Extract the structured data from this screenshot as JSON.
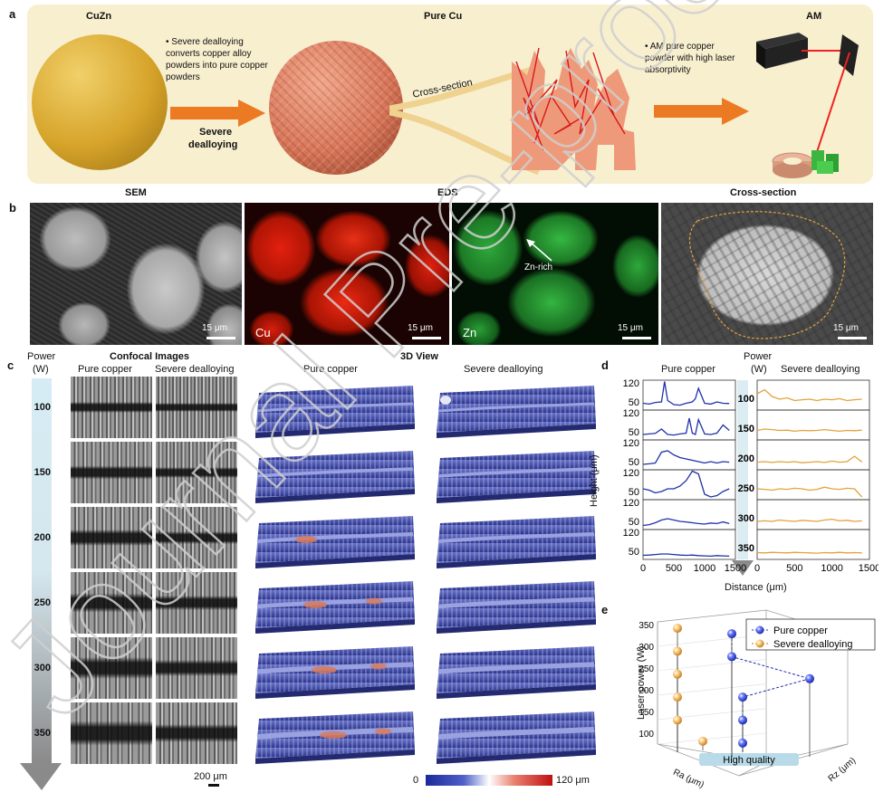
{
  "panel_labels": {
    "a": "a",
    "b": "b",
    "c": "c",
    "d": "d",
    "e": "e"
  },
  "panel_a": {
    "cuzn": "CuZn",
    "pure_cu": "Pure Cu",
    "am": "AM",
    "bullet1": "Severe dealloying converts copper alloy powders into pure copper powders",
    "arrow_label_1": "Severe",
    "arrow_label_2": "dealloying",
    "cross_section": "Cross-section",
    "bullet2": "AM pure copper powder with high laser absorptivity"
  },
  "panel_b": {
    "sem": "SEM",
    "eds": "EDS",
    "cross_section": "Cross-section",
    "scale": "15 μm",
    "cu": "Cu",
    "zn": "Zn",
    "zn_rich": "Zn-rich"
  },
  "panel_c": {
    "power": "Power",
    "unit": "(W)",
    "confocal": "Confocal Images",
    "view3d": "3D View",
    "pure_copper": "Pure copper",
    "severe": "Severe dealloying",
    "powers": [
      "100",
      "150",
      "200",
      "250",
      "300",
      "350"
    ],
    "scale": "200 μm",
    "cbar_min": "0",
    "cbar_max": "120 μm"
  },
  "panel_d": {
    "pure_copper": "Pure copper",
    "severe": "Severe dealloying",
    "power": "Power",
    "unit": "(W)",
    "ylabel": "Height (μm)",
    "xlabel": "Distance (μm)",
    "yticks": [
      "120",
      "50"
    ],
    "xticks": [
      "0",
      "500",
      "1000",
      "1500"
    ],
    "xticks_right": [
      "0",
      "500",
      "1000",
      "1500"
    ],
    "powers": [
      "100",
      "150",
      "200",
      "250",
      "300",
      "350"
    ]
  },
  "panel_e": {
    "legend_pure": "Pure copper",
    "legend_severe": "Severe dealloying",
    "zlabel": "Laser power (W)",
    "xlabel": "Ra (μm)",
    "ylabel": "Rz (μm)",
    "zticks": [
      "350",
      "300",
      "250",
      "200",
      "150",
      "100"
    ],
    "high_quality": "High quality"
  },
  "watermark": "Journal Pre-proof",
  "colors": {
    "panel_a_bg": "#f8efcf",
    "arrow": "#ec7a22",
    "cu_sphere": "#d8775a",
    "cuzn_sphere": "#d6a42a",
    "pure_line": "#2032a8",
    "severe_line": "#e3a23b",
    "eds_cu": "#e32010",
    "eds_zn": "#2ea83a"
  },
  "chart_data": [
    {
      "type": "line",
      "title": "Pure copper",
      "xlabel": "Distance (μm)",
      "ylabel": "Height (μm)",
      "xlim": [
        0,
        1500
      ],
      "series": [
        {
          "name": "100",
          "x": [
            0,
            100,
            200,
            300,
            350,
            400,
            500,
            600,
            700,
            800,
            850,
            900,
            1000,
            1100,
            1200,
            1300,
            1400
          ],
          "values": [
            45,
            42,
            48,
            50,
            125,
            55,
            40,
            38,
            45,
            50,
            62,
            100,
            45,
            42,
            50,
            45,
            44
          ]
        },
        {
          "name": "150",
          "x": [
            0,
            100,
            200,
            300,
            400,
            500,
            600,
            700,
            750,
            800,
            850,
            900,
            1000,
            1100,
            1200,
            1300,
            1400
          ],
          "values": [
            40,
            42,
            44,
            60,
            40,
            38,
            42,
            45,
            100,
            45,
            40,
            95,
            42,
            40,
            45,
            75,
            55
          ]
        },
        {
          "name": "200",
          "x": [
            0,
            100,
            200,
            300,
            400,
            500,
            600,
            700,
            800,
            900,
            1000,
            1100,
            1200,
            1300,
            1400
          ],
          "values": [
            40,
            42,
            45,
            85,
            90,
            75,
            65,
            60,
            55,
            50,
            45,
            50,
            45,
            50,
            48
          ]
        },
        {
          "name": "250",
          "x": [
            0,
            100,
            200,
            300,
            400,
            500,
            600,
            700,
            800,
            900,
            1000,
            1100,
            1200,
            1300,
            1400
          ],
          "values": [
            60,
            55,
            45,
            50,
            60,
            60,
            70,
            90,
            125,
            115,
            40,
            30,
            35,
            50,
            60
          ]
        },
        {
          "name": "300",
          "x": [
            0,
            100,
            200,
            300,
            400,
            500,
            600,
            700,
            800,
            900,
            1000,
            1100,
            1200,
            1300,
            1400
          ],
          "values": [
            35,
            38,
            45,
            55,
            60,
            55,
            50,
            48,
            45,
            42,
            40,
            44,
            42,
            48,
            42
          ]
        },
        {
          "name": "350",
          "x": [
            0,
            100,
            200,
            300,
            400,
            500,
            600,
            700,
            800,
            900,
            1000,
            1100,
            1200,
            1300,
            1400
          ],
          "values": [
            35,
            36,
            38,
            40,
            40,
            38,
            36,
            35,
            36,
            34,
            33,
            32,
            34,
            33,
            32
          ]
        }
      ]
    },
    {
      "type": "line",
      "title": "Severe dealloying",
      "xlabel": "Distance (μm)",
      "xlim": [
        0,
        1500
      ],
      "series": [
        {
          "name": "100",
          "x": [
            0,
            100,
            200,
            300,
            400,
            500,
            600,
            700,
            800,
            900,
            1000,
            1100,
            1200,
            1300,
            1400
          ],
          "values": [
            80,
            95,
            70,
            60,
            65,
            55,
            58,
            60,
            55,
            60,
            58,
            62,
            55,
            58,
            60
          ]
        },
        {
          "name": "150",
          "x": [
            0,
            100,
            200,
            300,
            400,
            500,
            600,
            700,
            800,
            900,
            1000,
            1100,
            1200,
            1300,
            1400
          ],
          "values": [
            55,
            60,
            58,
            55,
            56,
            52,
            55,
            54,
            55,
            58,
            55,
            52,
            55,
            54,
            56
          ]
        },
        {
          "name": "200",
          "x": [
            0,
            100,
            200,
            300,
            400,
            500,
            600,
            700,
            800,
            900,
            1000,
            1100,
            1200,
            1300,
            1400
          ],
          "values": [
            48,
            50,
            47,
            50,
            48,
            50,
            46,
            48,
            50,
            47,
            52,
            48,
            50,
            70,
            49
          ]
        },
        {
          "name": "250",
          "x": [
            0,
            100,
            200,
            300,
            400,
            500,
            600,
            700,
            800,
            900,
            1000,
            1100,
            1200,
            1300,
            1400
          ],
          "values": [
            60,
            58,
            55,
            60,
            58,
            62,
            60,
            55,
            58,
            66,
            60,
            58,
            62,
            60,
            30
          ]
        },
        {
          "name": "300",
          "x": [
            0,
            100,
            200,
            300,
            400,
            500,
            600,
            700,
            800,
            900,
            1000,
            1100,
            1200,
            1300,
            1400
          ],
          "values": [
            50,
            52,
            50,
            55,
            52,
            50,
            54,
            52,
            50,
            55,
            58,
            52,
            54,
            50,
            52
          ]
        },
        {
          "name": "350",
          "x": [
            0,
            100,
            200,
            300,
            400,
            500,
            600,
            700,
            800,
            900,
            1000,
            1100,
            1200,
            1300,
            1400
          ],
          "values": [
            45,
            44,
            46,
            45,
            44,
            46,
            45,
            44,
            43,
            45,
            44,
            46,
            44,
            45,
            44
          ]
        }
      ]
    },
    {
      "type": "scatter",
      "zlabel": "Laser power (W)",
      "xlabel": "Ra (μm)",
      "ylabel": "Rz (μm)",
      "series": [
        {
          "name": "Pure copper",
          "points": [
            [
              1,
              2,
              350
            ],
            [
              1,
              2,
              300
            ],
            [
              5,
              3,
              250
            ],
            [
              4,
              1,
              200
            ],
            [
              4,
              1,
              150
            ],
            [
              4,
              1,
              100
            ]
          ]
        },
        {
          "name": "Severe dealloying",
          "points": [
            [
              1,
              0,
              350
            ],
            [
              1,
              0,
              300
            ],
            [
              1,
              0,
              250
            ],
            [
              1,
              0,
              200
            ],
            [
              1,
              0,
              150
            ],
            [
              3,
              0,
              100
            ]
          ]
        }
      ]
    }
  ]
}
